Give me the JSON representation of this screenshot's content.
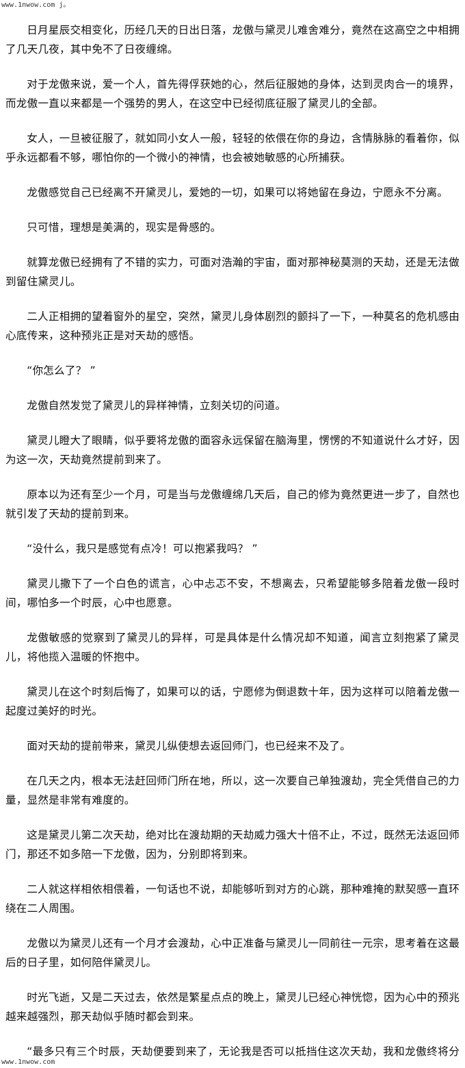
{
  "watermark_top": "www.1nwow.com j。",
  "watermark_bottom": "www.1nwow.com",
  "paragraphs": [
    "日月星辰交相变化，历经几天的日出日落，龙傲与黛灵儿难舍难分，竟然在这高空之中相拥了几天几夜，其中免不了日夜缠绵。",
    "对于龙傲来说，爱一个人，首先得俘获她的心，然后征服她的身体，达到灵肉合一的境界，而龙傲一直以来都是一个强势的男人，在这空中已经彻底征服了黛灵儿的全部。",
    "女人，一旦被征服了，就如同小女人一般，轻轻的依偎在你的身边，含情脉脉的看着你，似乎永远都看不够，哪怕你的一个微小的神情，也会被她敏感的心所捕获。",
    "龙傲感觉自己已经离不开黛灵儿，爱她的一切，如果可以将她留在身边，宁愿永不分离。",
    "只可惜，理想是美满的，现实是骨感的。",
    "就算龙傲已经拥有了不错的实力，可面对浩瀚的宇宙，面对那神秘莫测的天劫，还是无法做到留住黛灵儿。",
    "二人正相拥的望着窗外的星空，突然，黛灵儿身体剧烈的颤抖了一下，一种莫名的危机感由心底传来，这种预兆正是对天劫的感悟。",
    "“你怎么了？ ”",
    "龙傲自然发觉了黛灵儿的异样神情，立刻关切的问道。",
    "黛灵儿瞪大了眼睛，似乎要将龙傲的面容永远保留在脑海里，愣愣的不知道说什么才好，因为这一次，天劫竟然提前到来了。",
    "原本以为还有至少一个月，可是当与龙傲缠绵几天后，自己的修为竟然更进一步了，自然也就引发了天劫的提前到来。",
    "“没什么，我只是感觉有点冷！可以抱紧我吗？ ”",
    "黛灵儿撒下了一个白色的谎言，心中忐忑不安，不想离去，只希望能够多陪着龙傲一段时间，哪怕多一个时辰，心中也愿意。",
    "龙傲敏感的觉察到了黛灵儿的异样，可是具体是什么情况却不知道，闻言立刻抱紧了黛灵儿，将他揽入温暖的怀抱中。",
    "黛灵儿在这个时刻后悔了，如果可以的话，宁愿修为倒退数十年，因为这样可以陪着龙傲一起度过美好的时光。",
    "面对天劫的提前带来，黛灵儿纵使想去返回师门，也已经来不及了。",
    "在几天之内，根本无法赶回师门所在地，所以，这一次要自己单独渡劫，完全凭借自己的力量，显然是非常有难度的。",
    "这是黛灵儿第二次天劫，绝对比在渡劫期的天劫威力强大十倍不止，不过，既然无法返回师门，那还不如多陪一下龙傲，因为，分别即将到来。",
    "二人就这样相依相偎着，一句话也不说，却能够听到对方的心跳，那种难掩的默契感一直环绕在二人周围。",
    "龙傲以为黛灵儿还有一个月才会渡劫，心中正准备与黛灵儿一同前往一元宗，思考着在这最后的日子里，如何陪伴黛灵儿。",
    "时光飞逝，又是二天过去，依然是繁星点点的晚上，黛灵儿已经心神恍惚，因为心中的预兆越来越强烈，那天劫似乎随时都会到来。",
    "“最多只有三个时辰，天劫便要到来了，无论我是否可以抵挡住这次天劫，我和龙傲终将分别，飞升仙界，会到何方，据说仙界之大，更是超过人间界的数万倍，到时，龙傲飞升后"
  ]
}
